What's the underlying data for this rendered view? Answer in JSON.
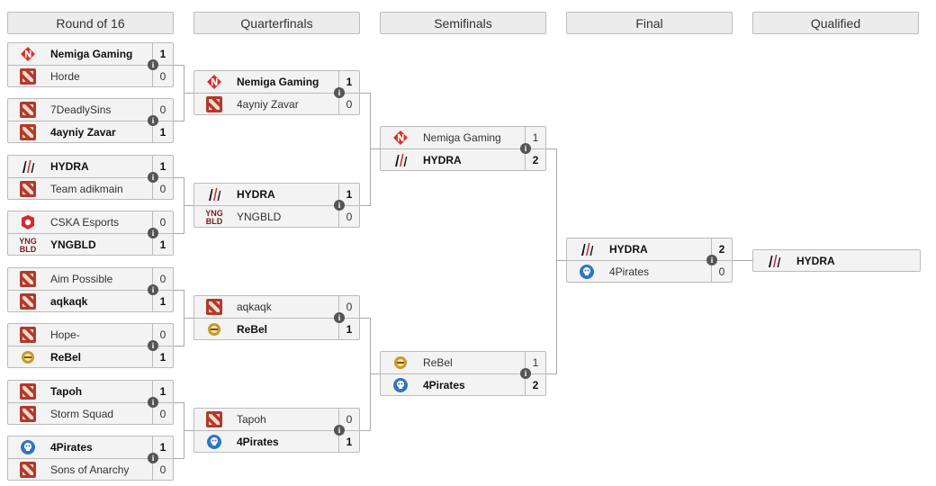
{
  "headers": [
    "Round of 16",
    "Quarterfinals",
    "Semifinals",
    "Final",
    "Qualified"
  ],
  "info_glyph": "i",
  "round_of_16": [
    {
      "teams": [
        {
          "name": "Nemiga Gaming",
          "score": "1",
          "logo": "nemiga-logo",
          "win": true
        },
        {
          "name": "Horde",
          "score": "0",
          "logo": "dota-logo",
          "win": false
        }
      ]
    },
    {
      "teams": [
        {
          "name": "7DeadlySins",
          "score": "0",
          "logo": "dota-logo",
          "win": false
        },
        {
          "name": "4ayniy Zavar",
          "score": "1",
          "logo": "dota-logo",
          "win": true
        }
      ]
    },
    {
      "teams": [
        {
          "name": "HYDRA",
          "score": "1",
          "logo": "hydra-logo",
          "win": true
        },
        {
          "name": "Team adikmain",
          "score": "0",
          "logo": "dota-logo",
          "win": false
        }
      ]
    },
    {
      "teams": [
        {
          "name": "CSKA Esports",
          "score": "0",
          "logo": "cska-logo",
          "win": false
        },
        {
          "name": "YNGBLD",
          "score": "1",
          "logo": "yngbld-logo",
          "win": true
        }
      ]
    },
    {
      "teams": [
        {
          "name": "Aim Possible",
          "score": "0",
          "logo": "dota-logo",
          "win": false
        },
        {
          "name": "aqkaqk",
          "score": "1",
          "logo": "dota-logo",
          "win": true
        }
      ]
    },
    {
      "teams": [
        {
          "name": "Hope-",
          "score": "0",
          "logo": "dota-logo",
          "win": false
        },
        {
          "name": "ReBel",
          "score": "1",
          "logo": "rebel-logo",
          "win": true
        }
      ]
    },
    {
      "teams": [
        {
          "name": "Tapoh",
          "score": "1",
          "logo": "dota-logo",
          "win": true
        },
        {
          "name": "Storm Squad",
          "score": "0",
          "logo": "dota-logo",
          "win": false
        }
      ]
    },
    {
      "teams": [
        {
          "name": "4Pirates",
          "score": "1",
          "logo": "pirates-logo",
          "win": true
        },
        {
          "name": "Sons of Anarchy",
          "score": "0",
          "logo": "dota-logo",
          "win": false
        }
      ]
    }
  ],
  "quarterfinals": [
    {
      "teams": [
        {
          "name": "Nemiga Gaming",
          "score": "1",
          "logo": "nemiga-logo",
          "win": true
        },
        {
          "name": "4ayniy Zavar",
          "score": "0",
          "logo": "dota-logo",
          "win": false
        }
      ]
    },
    {
      "teams": [
        {
          "name": "HYDRA",
          "score": "1",
          "logo": "hydra-logo",
          "win": true
        },
        {
          "name": "YNGBLD",
          "score": "0",
          "logo": "yngbld-logo",
          "win": false
        }
      ]
    },
    {
      "teams": [
        {
          "name": "aqkaqk",
          "score": "0",
          "logo": "dota-logo",
          "win": false
        },
        {
          "name": "ReBel",
          "score": "1",
          "logo": "rebel-logo",
          "win": true
        }
      ]
    },
    {
      "teams": [
        {
          "name": "Tapoh",
          "score": "0",
          "logo": "dota-logo",
          "win": false
        },
        {
          "name": "4Pirates",
          "score": "1",
          "logo": "pirates-logo",
          "win": true
        }
      ]
    }
  ],
  "semifinals": [
    {
      "teams": [
        {
          "name": "Nemiga Gaming",
          "score": "1",
          "logo": "nemiga-logo",
          "win": false
        },
        {
          "name": "HYDRA",
          "score": "2",
          "logo": "hydra-logo",
          "win": true
        }
      ]
    },
    {
      "teams": [
        {
          "name": "ReBel",
          "score": "1",
          "logo": "rebel-logo",
          "win": false
        },
        {
          "name": "4Pirates",
          "score": "2",
          "logo": "pirates-logo",
          "win": true
        }
      ]
    }
  ],
  "final": [
    {
      "teams": [
        {
          "name": "HYDRA",
          "score": "2",
          "logo": "hydra-logo",
          "win": true
        },
        {
          "name": "4Pirates",
          "score": "0",
          "logo": "pirates-logo",
          "win": false
        }
      ]
    }
  ],
  "qualified": {
    "name": "HYDRA",
    "logo": "hydra-logo"
  },
  "colors": {
    "header_bg": "#ececec",
    "slot_bg": "#f3f3f3",
    "border": "#bbbbbb",
    "connector": "#a9a9a9",
    "info_bg": "#555555"
  }
}
